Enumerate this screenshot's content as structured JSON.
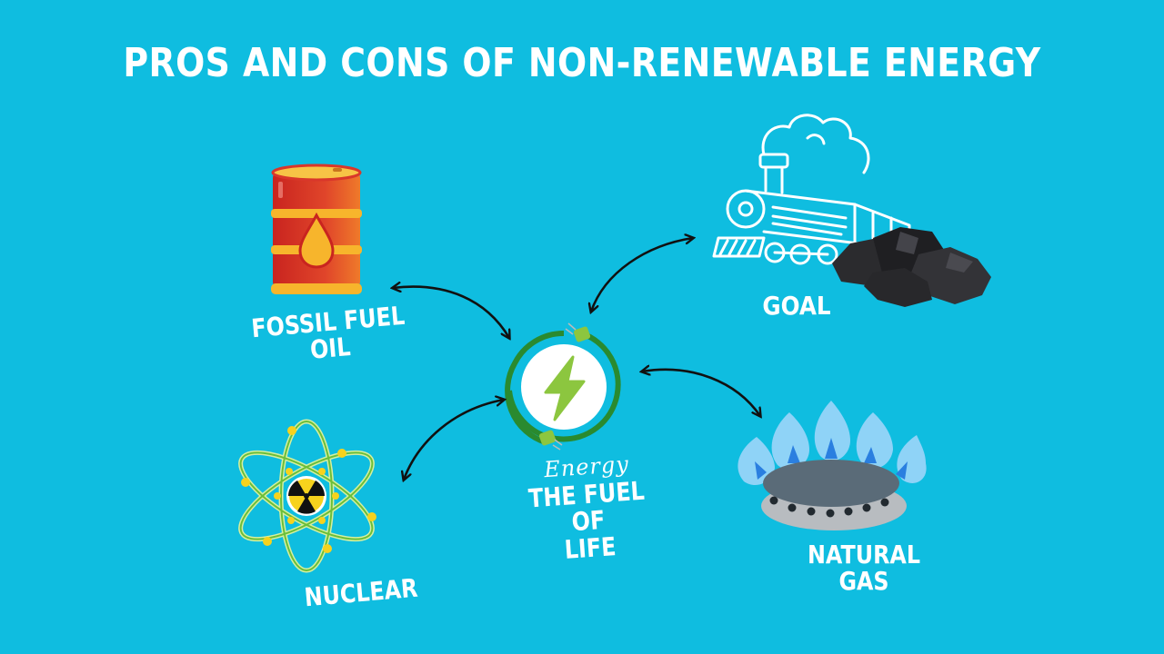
{
  "title": "PROS AND CONS OF NON-RENEWABLE ENERGY",
  "center": {
    "script_label": "Energy",
    "label_line1": "THE FUEL OF",
    "label_line2": "LIFE",
    "icon": "lightning-bolt-icon"
  },
  "nodes": [
    {
      "id": "fossil",
      "label_line1": "FOSSIL FUEL",
      "label_line2": "OIL",
      "icon": "oil-barrel-icon"
    },
    {
      "id": "coal",
      "label_line1": "GOAL",
      "label_line2": "",
      "icon": "steam-train-coal-icon"
    },
    {
      "id": "nuclear",
      "label_line1": "NUCLEAR",
      "label_line2": "",
      "icon": "atom-radiation-icon"
    },
    {
      "id": "gas",
      "label_line1": "NATURAL",
      "label_line2": "GAS",
      "icon": "gas-burner-flame-icon"
    }
  ],
  "colors": {
    "background": "#0fbde0",
    "text": "#ffffff",
    "arrow": "#111111",
    "ring": "#2a8a2f",
    "bolt": "#8cc63f",
    "barrel": "#d9372a",
    "barrel_band": "#f7b52c",
    "coal": "#2b2b2e",
    "flame_light": "#8fd3f7",
    "flame_dark": "#2a7fe0",
    "burner_top": "#5a6b78",
    "burner_base": "#b8bcc0"
  }
}
